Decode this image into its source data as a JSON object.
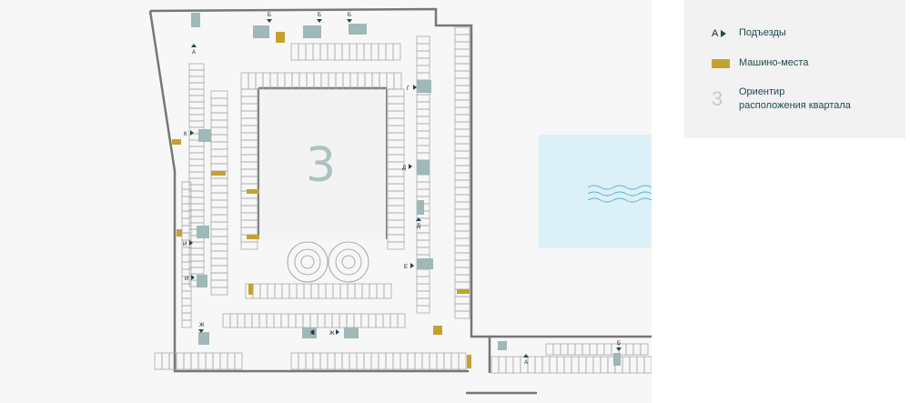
{
  "legend": {
    "entrance_sample": "А",
    "entrances_label": "Подъезды",
    "parking_label": "Машино-места",
    "landmark_sample": "3",
    "landmark_label_line1": "Ориентир",
    "landmark_label_line2": "расположения квартала"
  },
  "map": {
    "block_number": "3",
    "entrances": [
      "А",
      "Б",
      "Б",
      "Б",
      "Г",
      "К",
      "Д",
      "Д",
      "Е",
      "И",
      "И",
      "Ж",
      "Ж",
      "Ж",
      "А",
      "Б"
    ]
  },
  "colors": {
    "parking": "#c4a22f",
    "stairs": "#9fb8b8",
    "entrance": "#1d4a4f",
    "water": "#dcf0f8",
    "block_number": "#a9c3c0"
  }
}
